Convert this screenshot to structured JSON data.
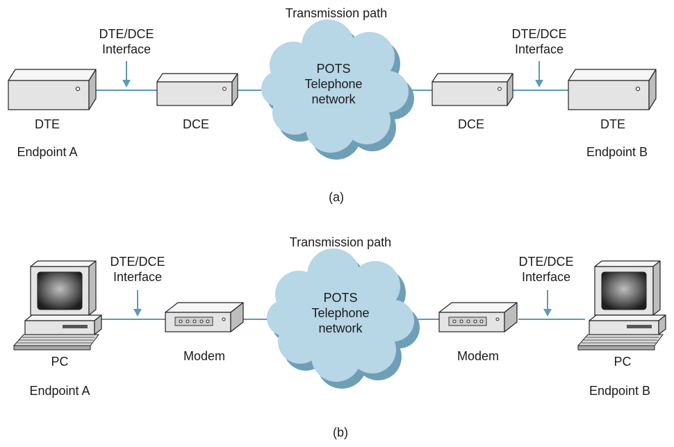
{
  "colors": {
    "line": "#5b9bb4",
    "cloud_fill": "#b7d6e6",
    "cloud_shadow": "#6f9fb7",
    "device_body": "#e4e4e4",
    "device_top": "#f6f6f6",
    "device_side": "#bdbdbd",
    "screen": "#2c2c2c"
  },
  "panel_a": {
    "transmission_path": "Transmission path",
    "cloud": {
      "line1": "POTS",
      "line2": "Telephone",
      "line3": "network"
    },
    "interface_left": {
      "line1": "DTE/DCE",
      "line2": "Interface"
    },
    "interface_right": {
      "line1": "DTE/DCE",
      "line2": "Interface"
    },
    "left_dte": "DTE",
    "left_dce": "DCE",
    "right_dce": "DCE",
    "right_dte": "DTE",
    "endpoint_left": "Endpoint A",
    "endpoint_right": "Endpoint B",
    "caption": "(a)"
  },
  "panel_b": {
    "transmission_path": "Transmission path",
    "cloud": {
      "line1": "POTS",
      "line2": "Telephone",
      "line3": "network"
    },
    "interface_left": {
      "line1": "DTE/DCE",
      "line2": "Interface"
    },
    "interface_right": {
      "line1": "DTE/DCE",
      "line2": "Interface"
    },
    "left_pc": "PC",
    "left_modem": "Modem",
    "right_modem": "Modem",
    "right_pc": "PC",
    "endpoint_left": "Endpoint A",
    "endpoint_right": "Endpoint B",
    "caption": "(b)"
  }
}
